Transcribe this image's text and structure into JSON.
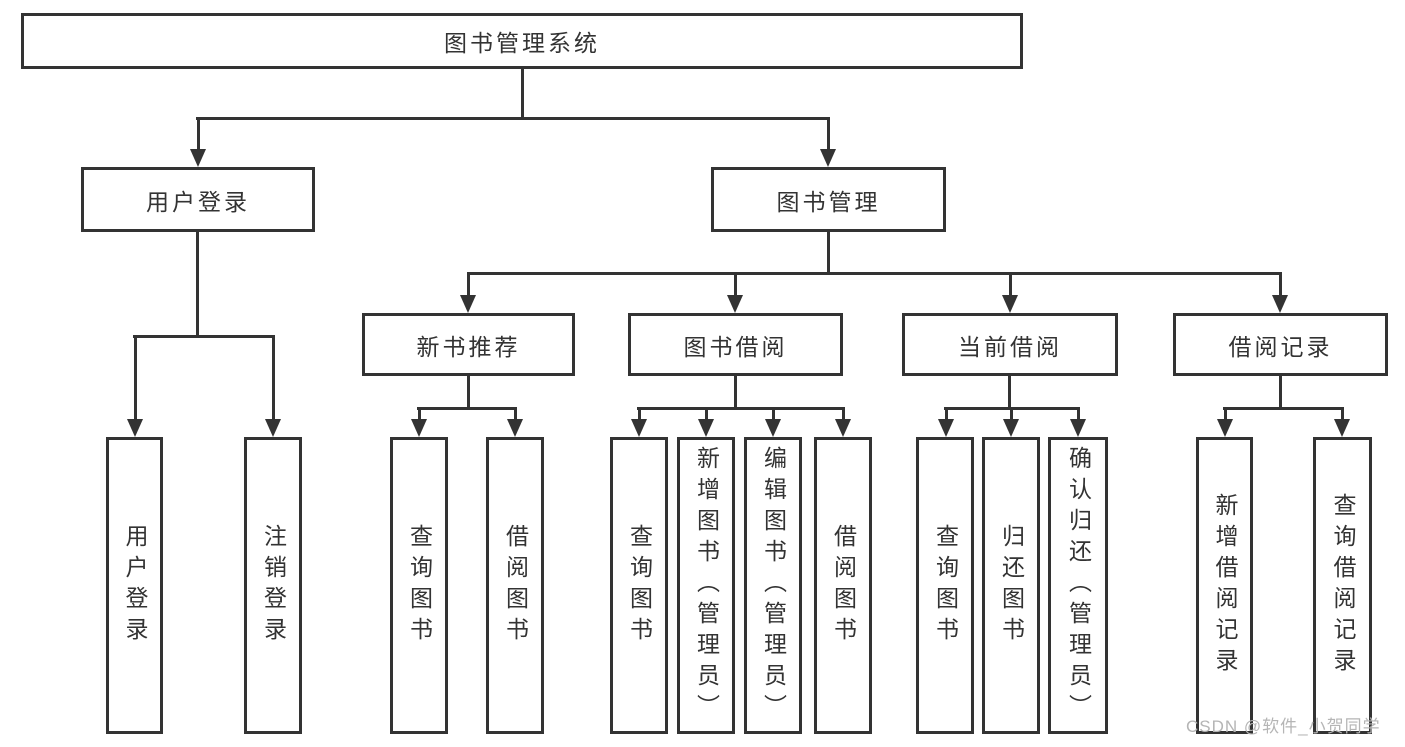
{
  "diagram": {
    "type": "tree",
    "colors": {
      "line": "#333333",
      "box_border": "#333333",
      "box_background": "#ffffff",
      "text": "#333333",
      "watermark": "#b5b5b5"
    },
    "root": {
      "label": "图书管理系统"
    },
    "branches": [
      {
        "label": "用户登录",
        "children": [
          {
            "label": "用户登录"
          },
          {
            "label": "注销登录"
          }
        ]
      },
      {
        "label": "图书管理",
        "children": [
          {
            "label": "新书推荐",
            "children": [
              {
                "label": "查询图书"
              },
              {
                "label": "借阅图书"
              }
            ]
          },
          {
            "label": "图书借阅",
            "children": [
              {
                "label": "查询图书"
              },
              {
                "label": "新增图书（管理员）"
              },
              {
                "label": "编辑图书（管理员）"
              },
              {
                "label": "借阅图书"
              }
            ]
          },
          {
            "label": "当前借阅",
            "children": [
              {
                "label": "查询图书"
              },
              {
                "label": "归还图书"
              },
              {
                "label": "确认归还（管理员）"
              }
            ]
          },
          {
            "label": "借阅记录",
            "children": [
              {
                "label": "新增借阅记录"
              },
              {
                "label": "查询借阅记录"
              }
            ]
          }
        ]
      }
    ],
    "watermark": "CSDN @软件_小贺同学"
  }
}
